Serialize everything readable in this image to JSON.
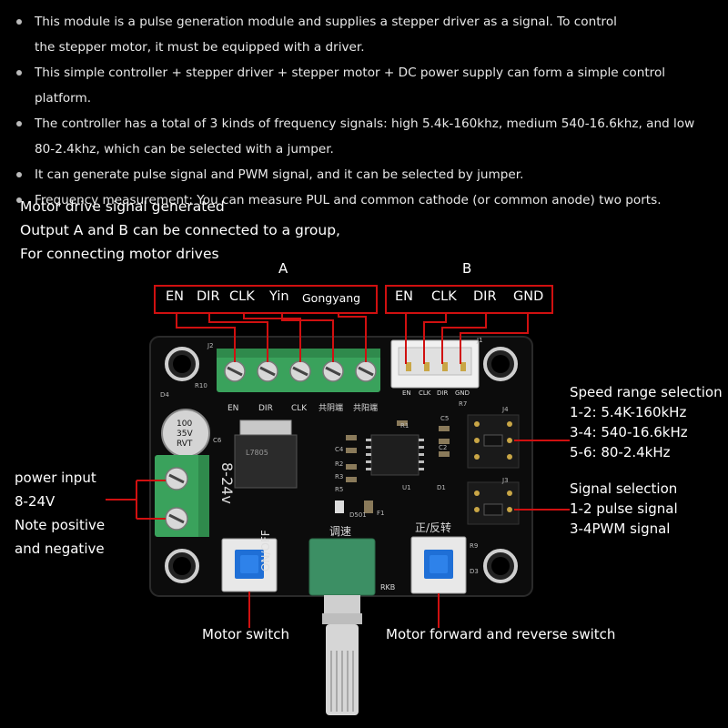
{
  "bullets": [
    "This module is a pulse generation module and supplies a stepper driver as a signal. To control",
    "the stepper motor, it must be equipped with a driver.",
    "This simple controller + stepper driver + stepper motor + DC power supply can form a simple control platform.",
    "The controller has a total of 3 kinds of frequency signals: high 5.4k-160khz, medium 540-16.6khz, and low",
    "80-2.4khz, which can be selected with a jumper.",
    "It can generate pulse signal and PWM signal, and it can be selected by jumper.",
    "Frequency measurement: You can measure PUL and common cathode (or common anode) two ports."
  ],
  "heading": {
    "line1": "Motor drive signal generated",
    "line2": "Output A and B can be connected to a group,",
    "line3": "For connecting motor drives"
  },
  "output_a": {
    "title": "A",
    "pins": [
      "EN",
      "DIR",
      "CLK",
      "Yin",
      "Gongyang"
    ]
  },
  "output_b": {
    "title": "B",
    "pins": [
      "EN",
      "CLK",
      "DIR",
      "GND"
    ]
  },
  "speed_range": {
    "title": "Speed range selection",
    "opt1": "1-2: 5.4K-160kHz",
    "opt2": "3-4: 540-16.6kHz",
    "opt3": "5-6: 80-2.4kHz"
  },
  "signal_selection": {
    "title": "Signal selection",
    "opt1": "1-2 pulse signal",
    "opt2": "3-4PWM signal"
  },
  "power": {
    "line1": "power input",
    "line2": "8-24V",
    "line3": "Note positive",
    "line4": "and negative"
  },
  "switch_labels": {
    "motor_switch": "Motor switch",
    "forward_reverse": "Motor forward and reverse switch"
  },
  "pcb": {
    "terminal_labels": [
      "EN",
      "DIR",
      "CLK",
      "共阴端",
      "共阳端"
    ],
    "jst_labels": [
      "EN",
      "CLK",
      "DIR",
      "GND"
    ],
    "voltage": "8-24v",
    "onoff": "ON/OFF",
    "speed": "调速",
    "forward_reverse": "正/反转",
    "cap_value": "100",
    "cap_voltage": "35V",
    "cap_type": "RVT",
    "regulator": "L7805",
    "pot_code": "RKB",
    "part_labels": [
      "J2",
      "R10",
      "D4",
      "C6",
      "R7",
      "C5",
      "R1",
      "C4",
      "R2",
      "R3",
      "R5",
      "U1",
      "D1",
      "C2",
      "J1",
      "J4",
      "J3",
      "D501",
      "F1",
      "R9",
      "D3"
    ]
  },
  "colors": {
    "callout": "#d01010",
    "terminal_green": "#3aa25c",
    "button_blue": "#1f6fd6",
    "pcb": "#0c0c0c"
  }
}
